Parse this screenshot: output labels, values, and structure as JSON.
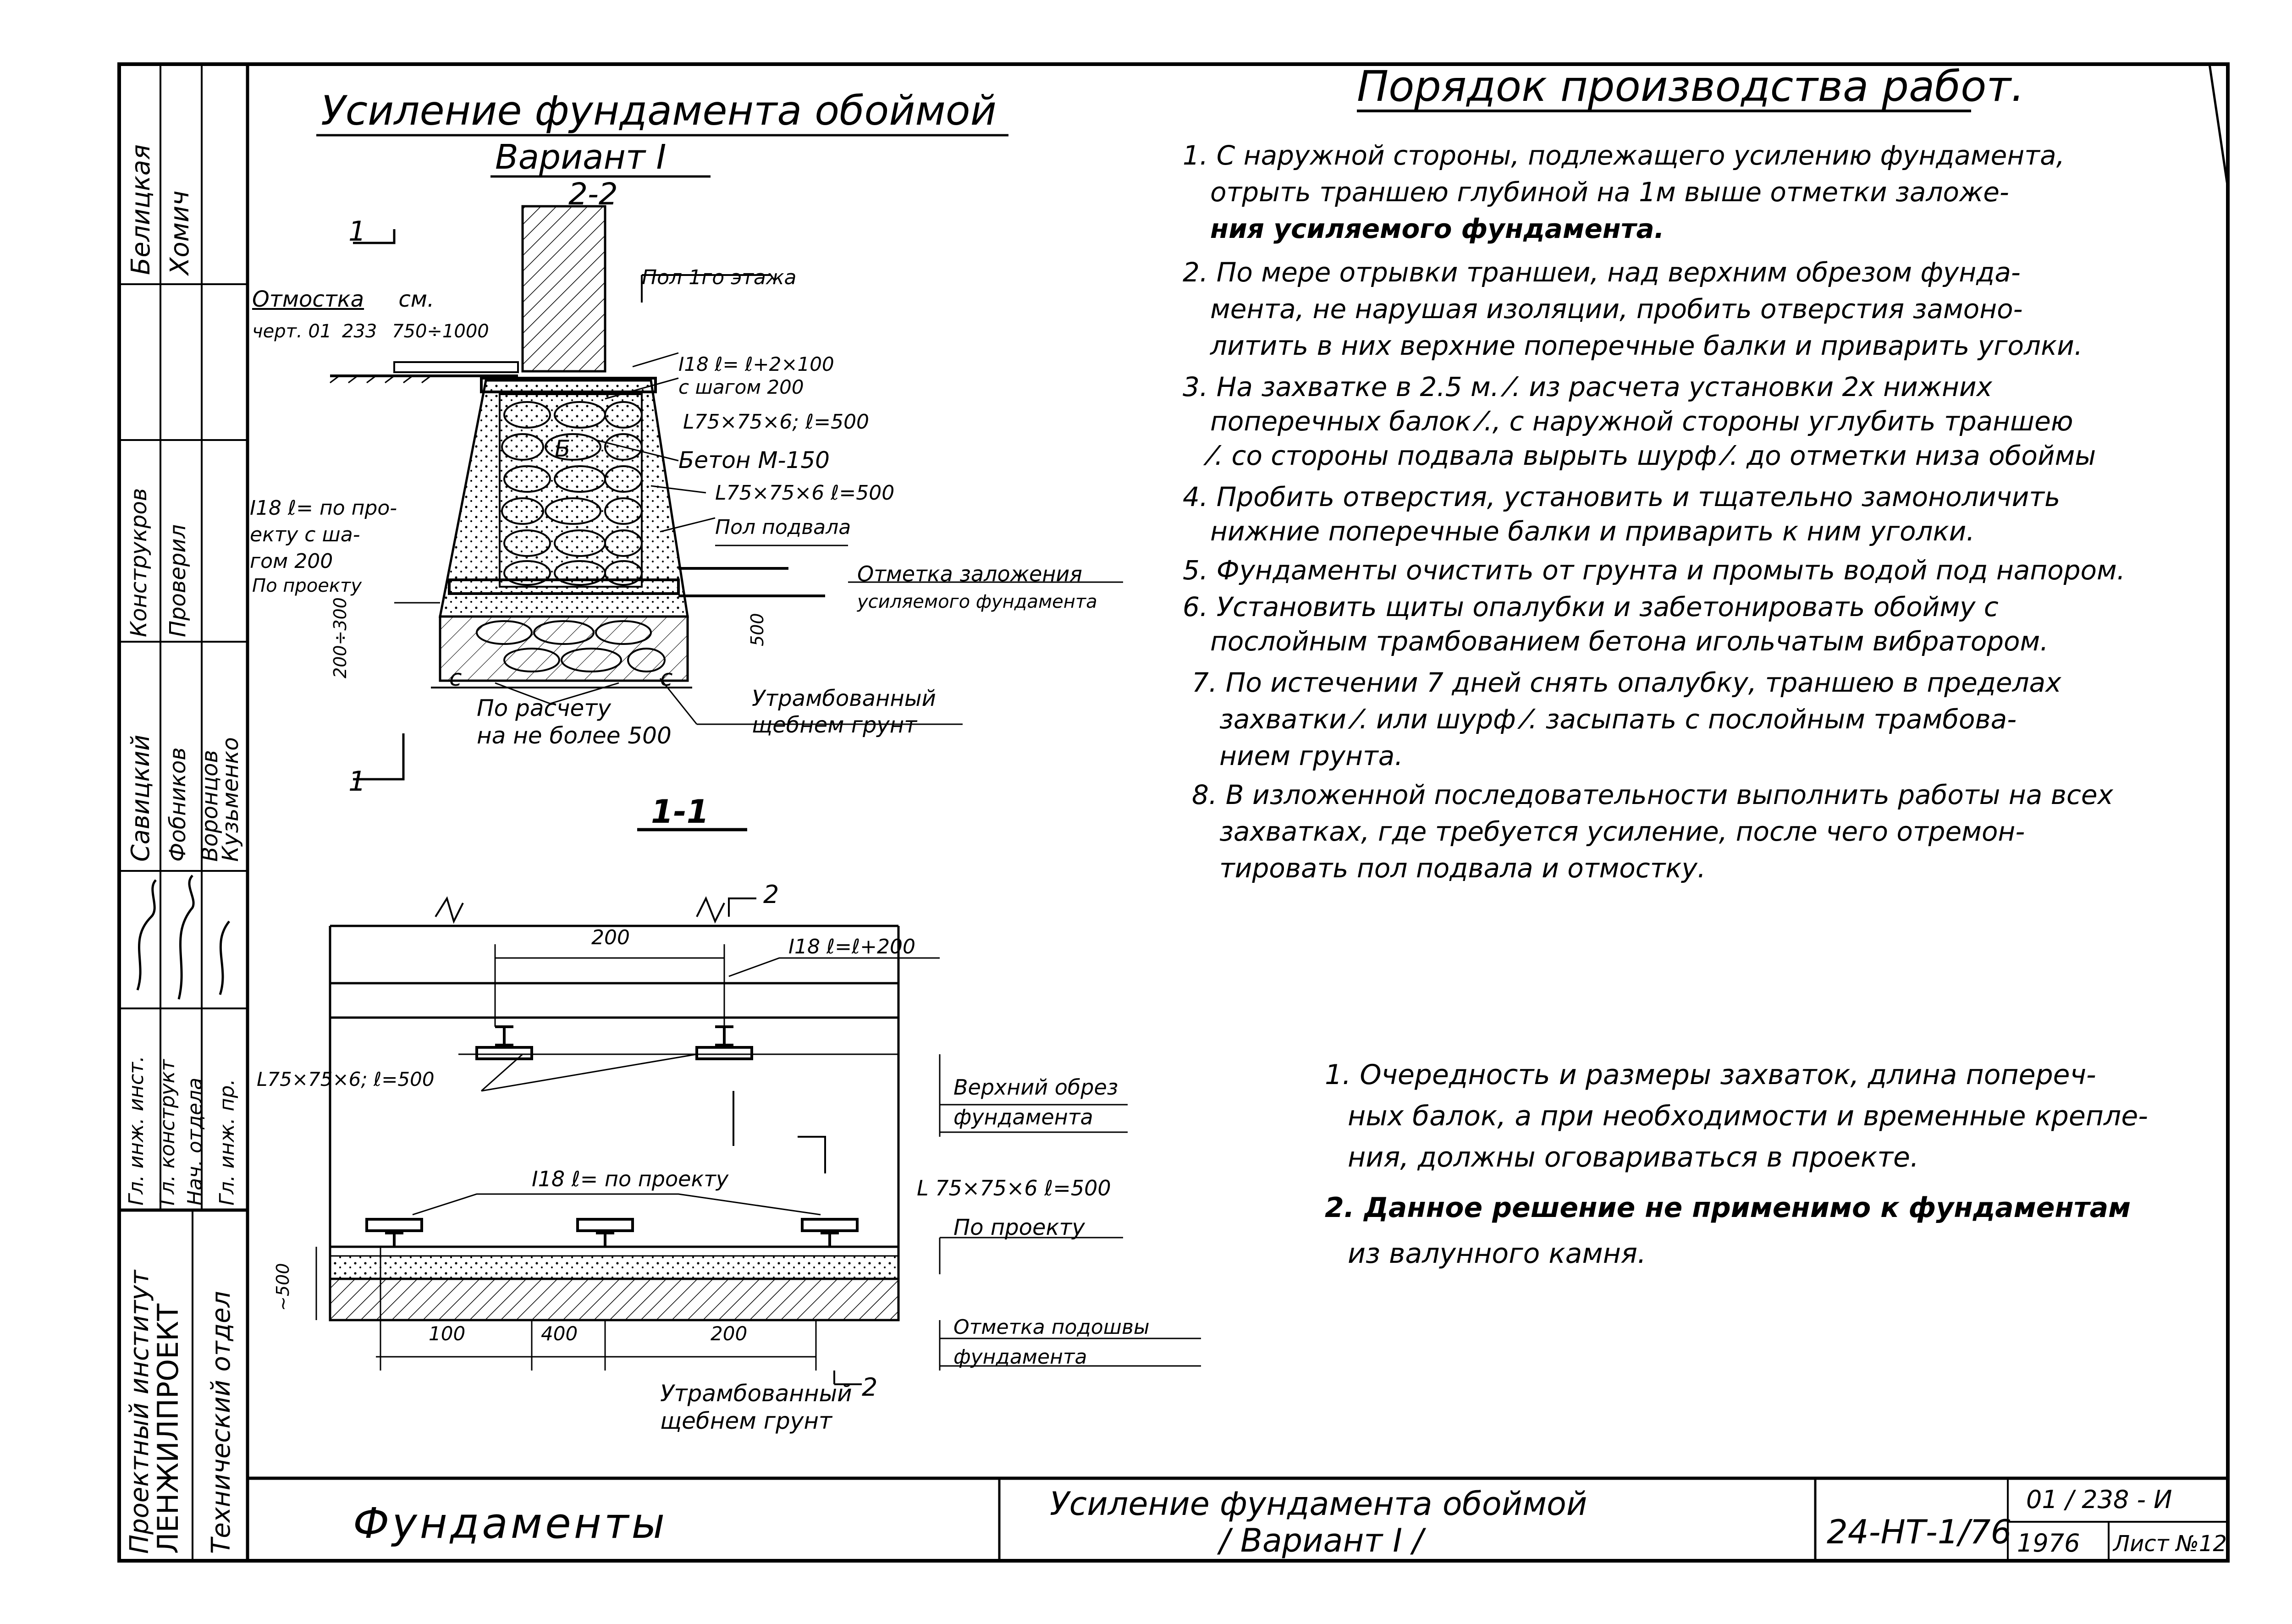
{
  "left_section": {
    "title": "Усиление фундамента обоймой",
    "variant": "Вариант I",
    "section_2_2": "2-2",
    "section_1_1": "1-1",
    "labels": {
      "otmostka_1": "Отмостка",
      "otmostka_2": "см.",
      "otmostka_3": "черт. 01",
      "otmostka_4": "233",
      "otmostka_5": "750÷1000",
      "pol": "Пол 1го этажа",
      "i18_top_1": "I18 ℓ= ℓ+2×100",
      "i18_top_2": "с шагом 200",
      "l75_1": "L75×75×6; ℓ=500",
      "beton": "Бетон М-150",
      "l75_2": "L75×75×6 ℓ=500",
      "pol_podvala": "Пол подвала",
      "otm_zal_1": "Отметка заложения",
      "otm_zal_2": "усиляемого фундамента",
      "i18_left_1": "I18 ℓ= по про-",
      "i18_left_2": "екту с ша-",
      "i18_left_3": "гом 200",
      "po_proektu": "По проекту",
      "dim_200_300": "200÷300",
      "dim_500": "500",
      "c_left": "с",
      "c_right": "с",
      "po_raschetu_1": "По расчету",
      "po_raschetu_2": "на не более 500",
      "utramb_1": "Утрамбованный",
      "utramb_2": "щебнем грунт",
      "num_1_top": "1",
      "num_1_bottom": "1",
      "b_letter": "Б"
    },
    "section_1_1_labels": {
      "dim_200_top": "200",
      "num_2_top": "2",
      "i18_right": "I18 ℓ=ℓ+200",
      "l75_left": "L75×75×6; ℓ=500",
      "verhniy_1": "Верхний обрез",
      "verhniy_2": "фундамента",
      "i18_mid": "I18 ℓ= по проекту",
      "l75_right": "L 75×75×6 ℓ=500",
      "po_proektu": "По проекту",
      "dim_500": "~500",
      "dim_100": "100",
      "dim_400": "400",
      "dim_200": "200",
      "otm_podoshvy_1": "Отметка подошвы",
      "otm_podoshvy_2": "фундамента",
      "utramb_1": "Утрамбованный",
      "utramb_2": "щебнем грунт",
      "num_2_bottom": "2"
    }
  },
  "procedure": {
    "title": "Порядок производства работ.",
    "lines": [
      "1. С наружной стороны, подлежащего усилению фундамента,",
      "отрыть траншею глубиной на 1м выше отметки заложе-",
      "ния усиляемого фундамента.",
      "2. По мере отрывки траншеи, над верхним обрезом фунда-",
      "мента, не нарушая изоляции, пробить отверстия замоно-",
      "литить в них верхние поперечные балки и приварить уголки.",
      "3. На захватке в 2.5 м. ⁄. из расчета установки 2х нижних",
      "поперечных балок ⁄., с наружной стороны углубить траншею",
      "⁄. со стороны подвала вырыть шурф ⁄. до отметки низа обоймы",
      "4. Пробить отверстия, установить и тщательно замоноличить",
      "нижние поперечные балки и приварить к ним уголки.",
      "5. Фундаменты очистить от грунта и промыть водой под напором.",
      "6. Установить щиты опалубки и забетонировать обойму с",
      "послойным трамбованием бетона игольчатым вибратором.",
      "7. По истечении 7 дней снять опалубку, траншею в пределах",
      "захватки ⁄. или шурф ⁄. засыпать с послойным трамбова-",
      "нием грунта.",
      "8. В изложенной последовательности выполнить работы на всех",
      "захватках, где требуется усиление, после чего отремон-",
      "тировать пол подвала и отмостку."
    ]
  },
  "notes": {
    "lines": [
      "1. Очередность и размеры захваток, длина попереч-",
      "ных балок, а при необходимости и временные крепле-",
      "ния, должны оговариваться в проекте.",
      "2. Данное решение не применимо к фундаментам",
      "из валунного камня."
    ]
  },
  "title_block": {
    "section": "Фундаменты",
    "title_1": "Усиление фундамента обоймой",
    "title_2": "/ Вариант I /",
    "code": "24-НТ-1/76",
    "sheet_ref": "01 / 238 - И",
    "year": "1976",
    "sheet": "Лист №12"
  },
  "side_stamp": {
    "col1": [
      "Проектный институт",
      "ЛЕНЖИЛПРОЕКТ"
    ],
    "col2": [
      "Технический отдел"
    ],
    "roles": [
      "Гл. инж. инст.",
      "Гл. конструкт",
      "Нач. отдела",
      "Гл. инж. пр."
    ],
    "roles_2": [
      "Конструкров",
      "Проверил"
    ],
    "names_a": [
      "Белицкая",
      "Хомич"
    ],
    "names_b": [
      "Савицкий",
      "Фобников",
      "Воронцов",
      "Кузьменко"
    ]
  }
}
